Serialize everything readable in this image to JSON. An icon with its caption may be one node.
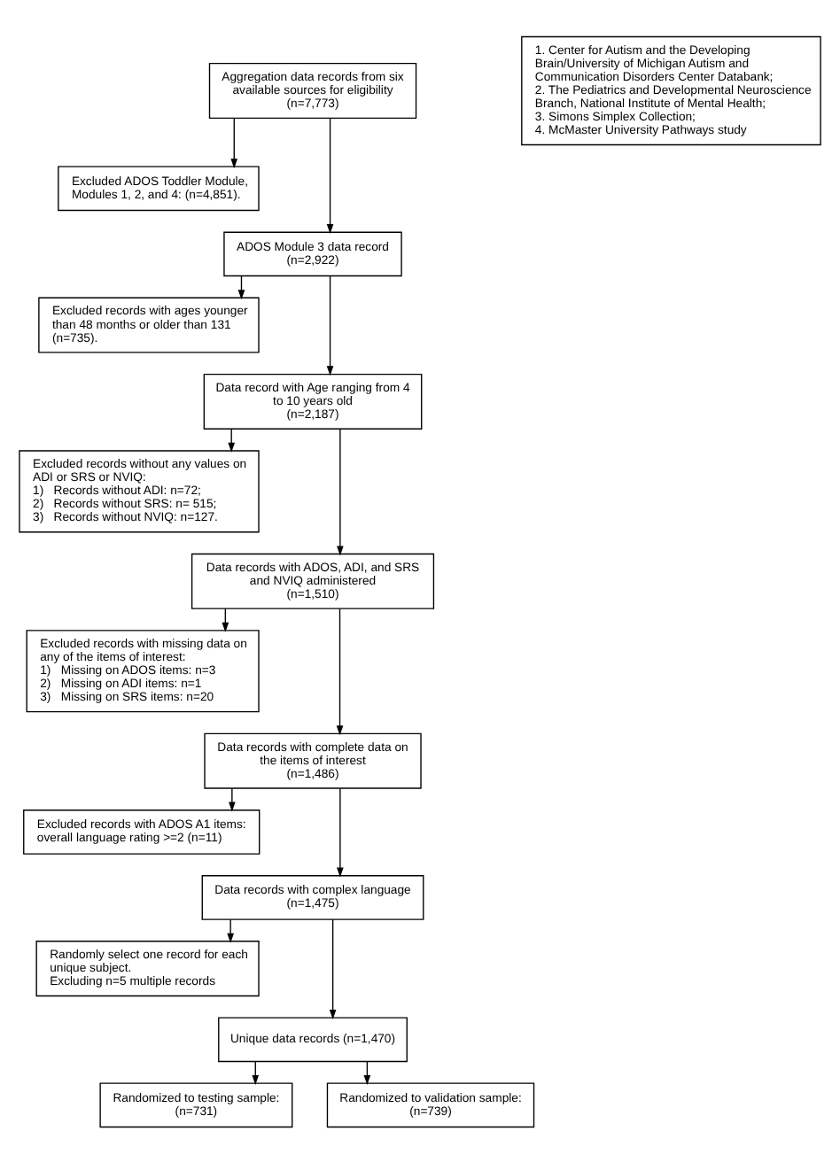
{
  "diagram": {
    "nodes": [
      {
        "text": [
          "1. Center for Autism and the Developing Brain/University of Michigan Autism and Communication Disorders Center Databank;",
          "2. The Pediatrics and Developmental Neuroscience Branch, National Institute of Mental Health;",
          "3. Simons Simplex Collection;",
          "4. McMaster University Pathways study"
        ]
      },
      {
        "text": [
          "Aggregation data records from six available sources for eligibility",
          "(n=7,773)"
        ]
      },
      {
        "text": [
          "Excluded ADOS Toddler Module, Modules 1, 2, and 4: (n=4,851)."
        ]
      },
      {
        "text": [
          "ADOS Module 3 data record",
          "(n=2,922)"
        ]
      },
      {
        "text": [
          "Excluded records with ages younger than 48 months or older than 131 (n=735)."
        ]
      },
      {
        "text": [
          "Data record with Age ranging from 4 to 10 years old",
          "(n=2,187)"
        ]
      },
      {
        "text": [
          "Excluded records without any values on ADI or SRS or NVIQ:",
          "1)   Records without ADI: n=72;",
          "2)   Records without SRS: n= 515;",
          "3)   Records without NVIQ: n=127."
        ]
      },
      {
        "text": [
          "Data records with ADOS, ADI, and SRS and NVIQ administered",
          "(n=1,510)"
        ]
      },
      {
        "text": [
          "Excluded records with missing data on any of the items of interest:",
          "1)   Missing on ADOS items: n=3",
          "2)   Missing on ADI items: n=1",
          "3)   Missing on SRS items: n=20"
        ]
      },
      {
        "text": [
          "Data records with complete data on the items of interest",
          "(n=1,486)"
        ]
      },
      {
        "text": [
          "Excluded records with ADOS A1 items: overall language rating >=2 (n=11)"
        ]
      },
      {
        "text": [
          "Data records with complex language (n=1,475)"
        ]
      },
      {
        "text": [
          "Randomly select one record for each unique subject.",
          "Excluding n=5 multiple records"
        ]
      },
      {
        "text": [
          "Unique data records (n=1,470)"
        ]
      },
      {
        "text": [
          "Randomized to testing sample:",
          "(n=731)"
        ]
      },
      {
        "text": [
          "Randomized to validation sample:",
          "(n=739)"
        ]
      }
    ],
    "edges": [
      {
        "from": 1,
        "to": 3,
        "arrow": "to"
      },
      {
        "from": 1,
        "to": 2,
        "arrow": "to"
      },
      {
        "from": 3,
        "to": 5,
        "arrow": "to"
      },
      {
        "from": 3,
        "to": 4,
        "arrow": "to"
      },
      {
        "from": 5,
        "to": 7,
        "arrow": "to"
      },
      {
        "from": 5,
        "to": 6,
        "arrow": "to"
      },
      {
        "from": 7,
        "to": 9,
        "arrow": "to"
      },
      {
        "from": 7,
        "to": 8,
        "arrow": "to"
      },
      {
        "from": 9,
        "to": 11,
        "arrow": "to"
      },
      {
        "from": 9,
        "to": 10,
        "arrow": "to"
      },
      {
        "from": 11,
        "to": 13,
        "arrow": "to"
      },
      {
        "from": 11,
        "to": 12,
        "arrow": "to"
      },
      {
        "from": 13,
        "to": 14,
        "arrow": "to"
      },
      {
        "from": 13,
        "to": 15,
        "arrow": "to"
      }
    ]
  }
}
